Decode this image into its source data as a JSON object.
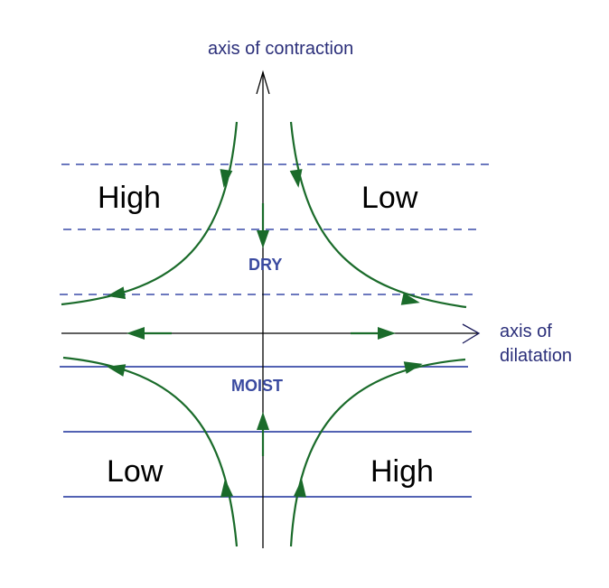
{
  "axes": {
    "vertical_label": "axis of contraction",
    "horizontal_label_line1": "axis of",
    "horizontal_label_line2": "dilatation"
  },
  "regions": {
    "top_left": "High",
    "top_right": "Low",
    "bottom_left": "Low",
    "bottom_right": "High",
    "upper_zone": "DRY",
    "lower_zone": "MOIST"
  },
  "colors": {
    "flow": "#1a6b2a",
    "isoline": "#3a4ca8",
    "axis": "#000000",
    "label_text": "#2b2f7a",
    "zone_text": "#3a4aa0"
  }
}
